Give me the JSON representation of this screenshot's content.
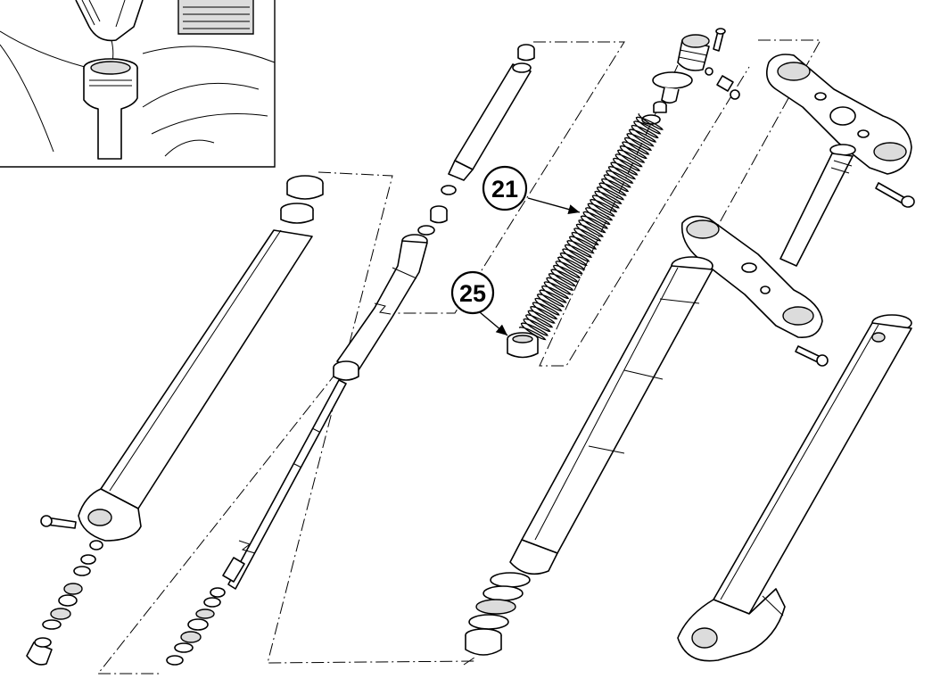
{
  "callouts": [
    {
      "id": "spring",
      "number": "21"
    },
    {
      "id": "spacer",
      "number": "25"
    }
  ],
  "parts": [
    "inset-oil-filling-view",
    "outer-fork-tube-left",
    "damper-rod-assembly",
    "fork-spring",
    "spring-spacer",
    "fork-cap-bolt",
    "upper-triple-clamp",
    "lower-triple-clamp-with-stem",
    "inner-fork-tube",
    "outer-fork-tube-right",
    "oil-seal-set"
  ]
}
